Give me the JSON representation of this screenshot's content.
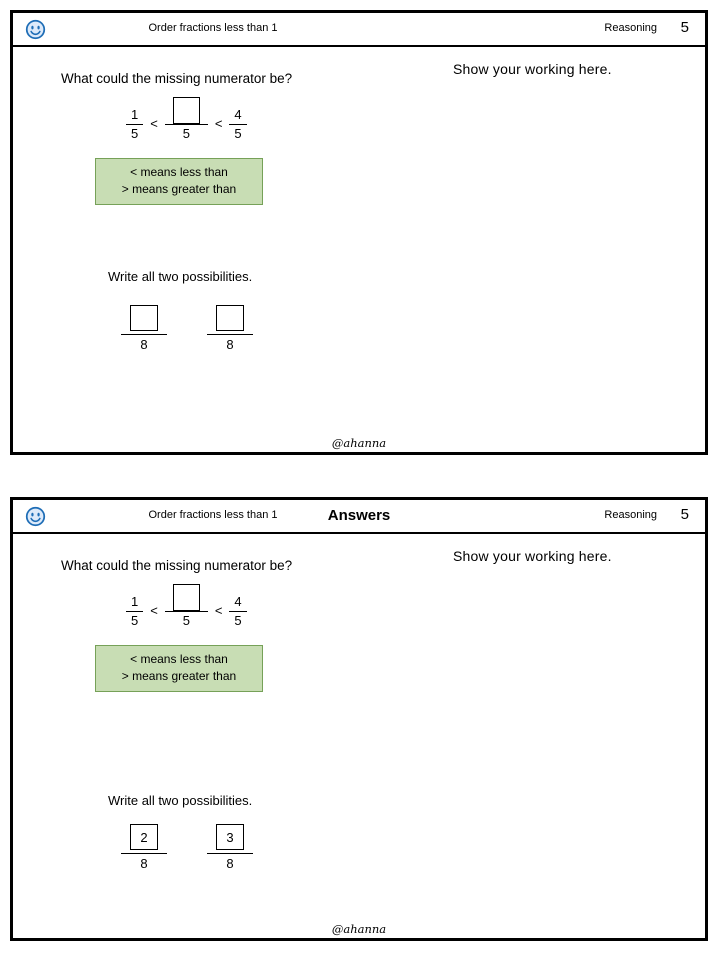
{
  "card_question": {
    "header": {
      "title": "Order fractions less than 1",
      "center_title": "",
      "category": "Reasoning",
      "number": "5"
    },
    "prompt": "What could the missing numerator be?",
    "inequality": {
      "left_num": "1",
      "left_den": "5",
      "lt1": "<",
      "mid_den": "5",
      "lt2": "<",
      "right_num": "4",
      "right_den": "5"
    },
    "hint_line1": "< means less than",
    "hint_line2": "> means greater than",
    "working_label": "Show your working here.",
    "write_prompt": "Write all two possibilities.",
    "answer1": {
      "num": "",
      "den": "8"
    },
    "answer2": {
      "num": "",
      "den": "8"
    },
    "credit": "@ahanna"
  },
  "card_answers": {
    "header": {
      "title": "Order fractions less than 1",
      "center_title": "Answers",
      "category": "Reasoning",
      "number": "5"
    },
    "prompt": "What could the missing numerator be?",
    "inequality": {
      "left_num": "1",
      "left_den": "5",
      "lt1": "<",
      "mid_den": "5",
      "lt2": "<",
      "right_num": "4",
      "right_den": "5"
    },
    "hint_line1": "< means less than",
    "hint_line2": "> means greater than",
    "working_label": "Show your working here.",
    "write_prompt": "Write all two possibilities.",
    "answer1": {
      "num": "2",
      "den": "8"
    },
    "answer2": {
      "num": "3",
      "den": "8"
    },
    "credit": "@ahanna"
  },
  "colors": {
    "hint_bg": "#c8ddb4",
    "hint_border": "#76a158",
    "smiley_blue": "#1e6db6"
  }
}
